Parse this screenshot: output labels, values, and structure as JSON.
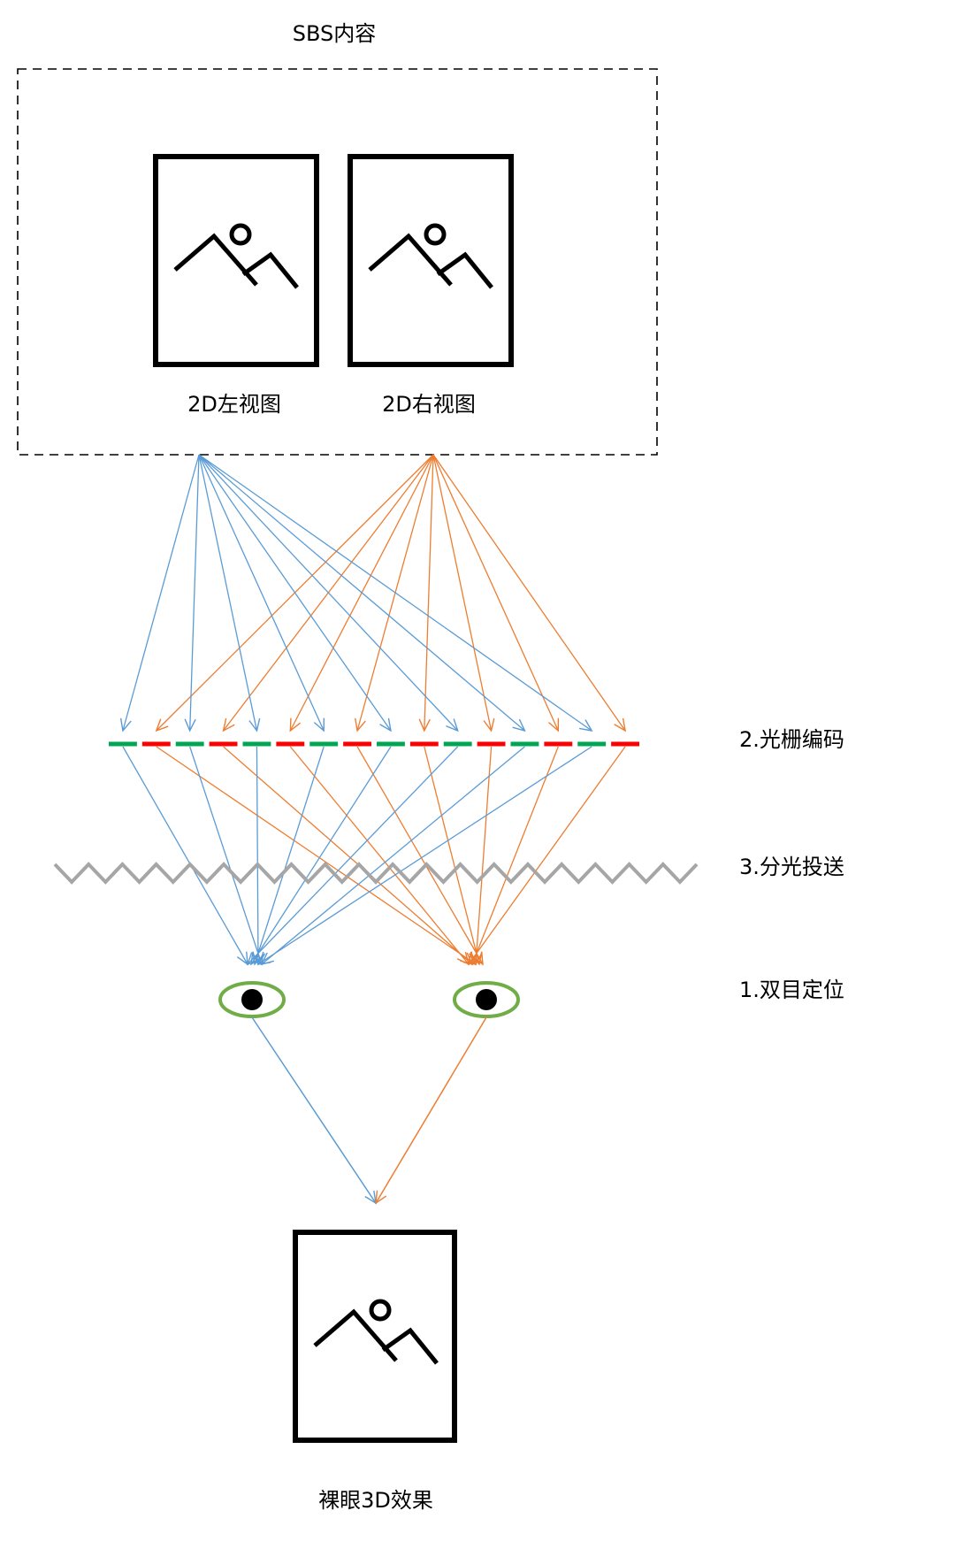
{
  "diagram": {
    "sbs_title": "SBS内容",
    "left_view_label": "2D左视图",
    "right_view_label": "2D右视图",
    "step2_label": "2.光栅编码",
    "step3_label": "3.分光投送",
    "step1_label": "1.双目定位",
    "result_label": "裸眼3D效果"
  },
  "colors": {
    "left_ray": "#5b9bd5",
    "right_ray": "#ed7d31",
    "grating_green": "#00a651",
    "grating_red": "#ff0000",
    "splitter": "#a6a6a6",
    "eye_outline": "#70ad47",
    "frame": "#000000"
  },
  "icons": {
    "image_frame": "picture-icon",
    "eye": "eye-icon"
  }
}
